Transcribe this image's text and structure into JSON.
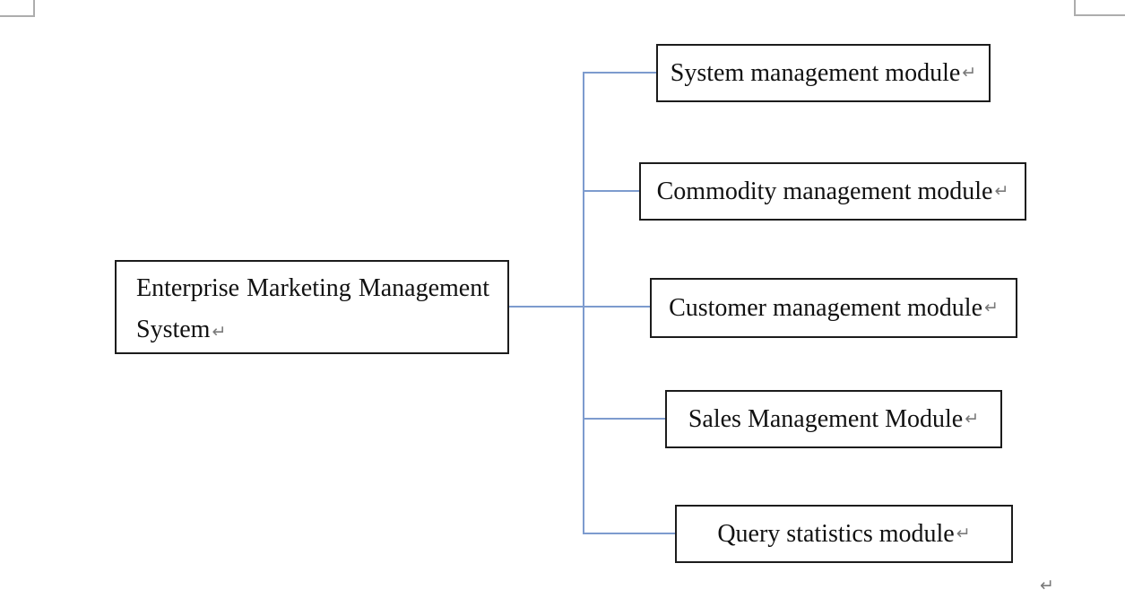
{
  "document": {
    "background_color": "#ffffff",
    "crop_mark_color": "#adadad",
    "paragraph_mark": "↵",
    "paragraph_mark_color": "#7a7a7a"
  },
  "diagram": {
    "type": "tree",
    "connector_color": "#7d9bce",
    "box_border_color": "#1c1c1c",
    "text_color": "#111111",
    "root": {
      "label": "Enterprise Marketing Management System",
      "label_lines": [
        "Enterprise Marketing Management",
        "System"
      ]
    },
    "modules": [
      {
        "label": "System management module"
      },
      {
        "label": "Commodity management module"
      },
      {
        "label": "Customer management module"
      },
      {
        "label": "Sales Management Module"
      },
      {
        "label": "Query statistics module"
      }
    ]
  }
}
